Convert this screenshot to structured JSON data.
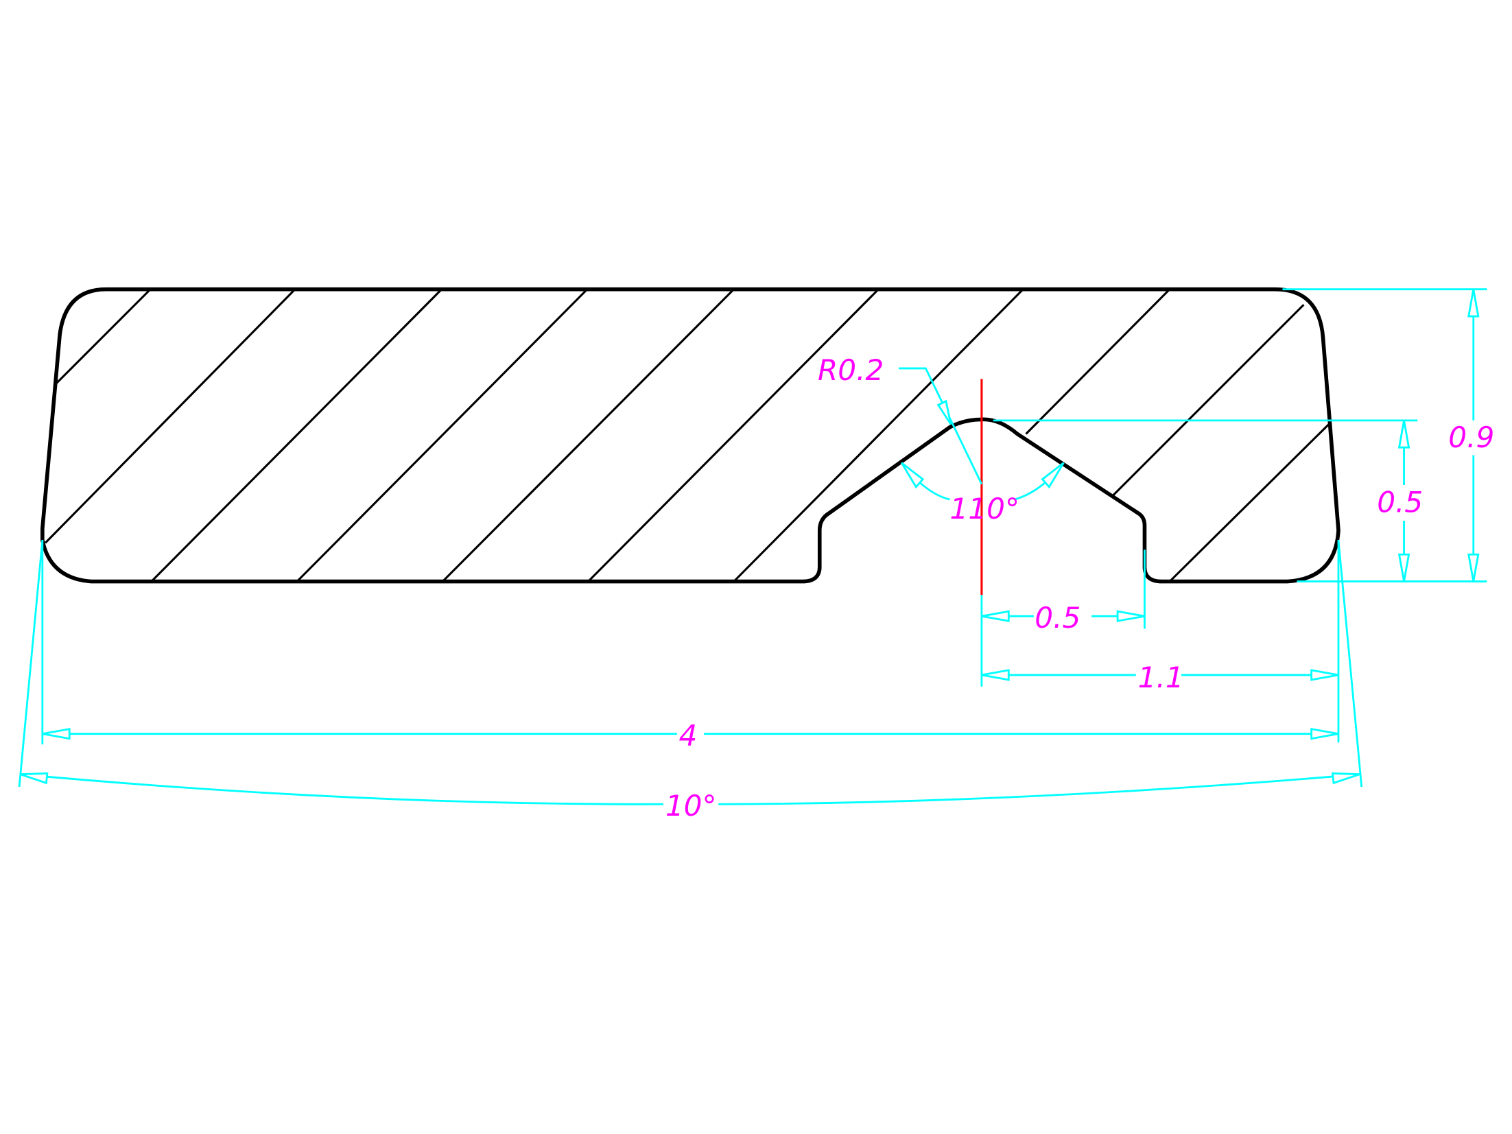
{
  "drawing": {
    "title": "Profile cross-section with V-groove",
    "colors": {
      "outline": "#000000",
      "dimension": "#00ffff",
      "text": "#ff00ff",
      "centerline": "#ff0000"
    },
    "dimensions": {
      "radius": "R0.2",
      "groove_angle": "110°",
      "groove_offset": "0.5",
      "center_to_edge": "1.1",
      "overall_width": "4",
      "side_taper_angle": "10°",
      "total_height": "0.9",
      "groove_depth": "0.5"
    }
  }
}
